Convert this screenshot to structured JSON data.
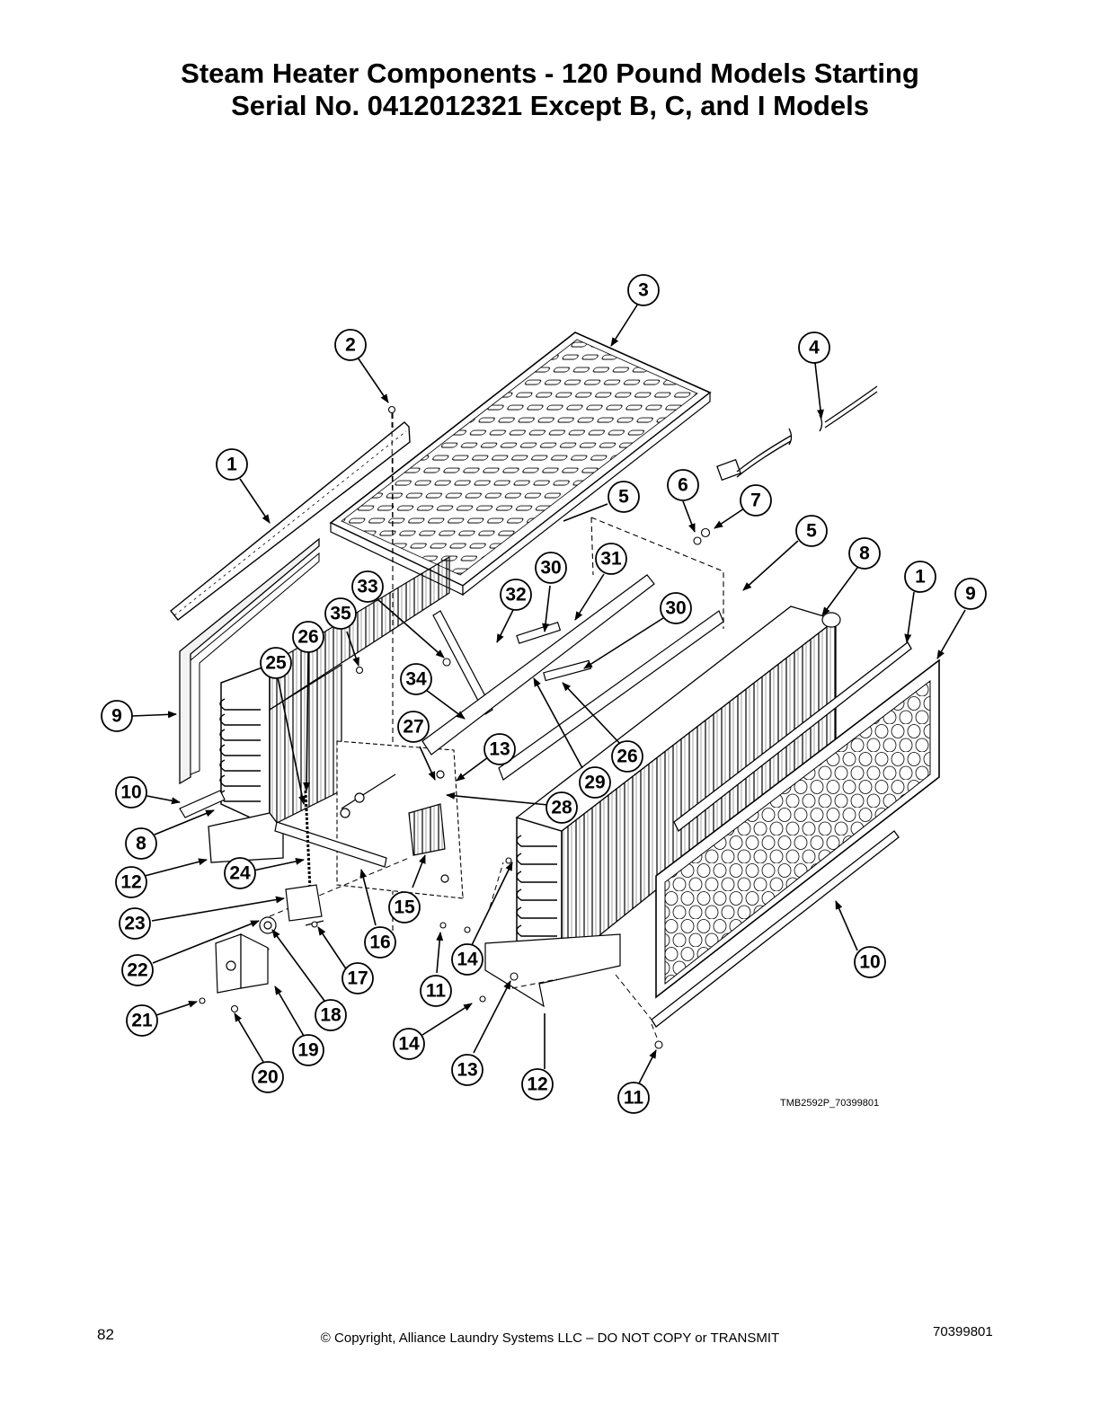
{
  "header": {
    "title_line1": "Steam Heater Components - 120 Pound Models Starting",
    "title_line2": "Serial No. 0412012321 Except B, C, and I Models"
  },
  "diagram": {
    "reference_code": "TMB2592P_70399801",
    "callouts": [
      "1",
      "2",
      "3",
      "4",
      "5",
      "6",
      "7",
      "5",
      "8",
      "1",
      "9",
      "30",
      "31",
      "32",
      "33",
      "35",
      "26",
      "30",
      "25",
      "34",
      "9",
      "27",
      "13",
      "26",
      "10",
      "29",
      "28",
      "8",
      "12",
      "24",
      "15",
      "23",
      "16",
      "22",
      "17",
      "14",
      "11",
      "21",
      "18",
      "19",
      "14",
      "13",
      "12",
      "20",
      "11",
      "10"
    ]
  },
  "footer": {
    "page_number": "82",
    "copyright": "© Copyright, Alliance Laundry Systems LLC – DO NOT COPY or TRANSMIT",
    "document_number": "70399801"
  },
  "colors": {
    "ink": "#000000",
    "paper": "#ffffff",
    "fill_light": "#f2f2f2"
  }
}
